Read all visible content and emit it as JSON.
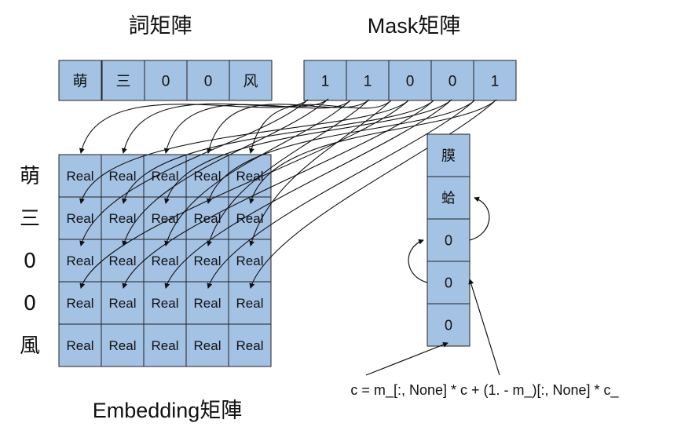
{
  "titles": {
    "word_matrix": "詞矩陣",
    "mask_matrix": "Mask矩陣",
    "embedding_matrix": "Embedding矩陣"
  },
  "word_row": [
    "萌",
    "三",
    "0",
    "0",
    "风"
  ],
  "mask_row": [
    "1",
    "1",
    "0",
    "0",
    "1"
  ],
  "row_labels": [
    "萌",
    "三",
    "0",
    "0",
    "風"
  ],
  "embedding_cell": "Real",
  "column_stack": [
    "膜",
    "蛤",
    "0",
    "0",
    "0"
  ],
  "formula": "c = m_[:, None] * c + (1. - m_)[:, None] * c_",
  "colors": {
    "cell_fill": "#a4c2e4",
    "cell_stroke": "#222222",
    "line": "#111111"
  },
  "icons": [
    "arrow-icon"
  ]
}
